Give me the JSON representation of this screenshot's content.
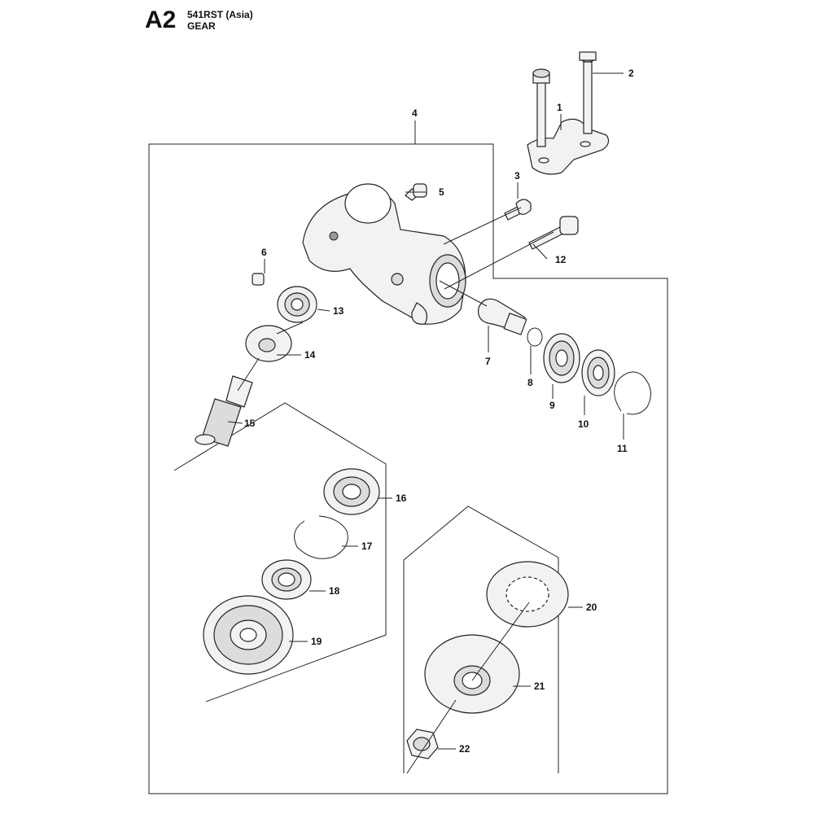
{
  "header": {
    "page_code": "A2",
    "model": "541RST (Asia)",
    "section": "GEAR"
  },
  "callouts": [
    "1",
    "2",
    "3",
    "4",
    "5",
    "6",
    "7",
    "8",
    "9",
    "10",
    "11",
    "12",
    "13",
    "14",
    "15",
    "16",
    "17",
    "18",
    "19",
    "20",
    "21",
    "22"
  ]
}
